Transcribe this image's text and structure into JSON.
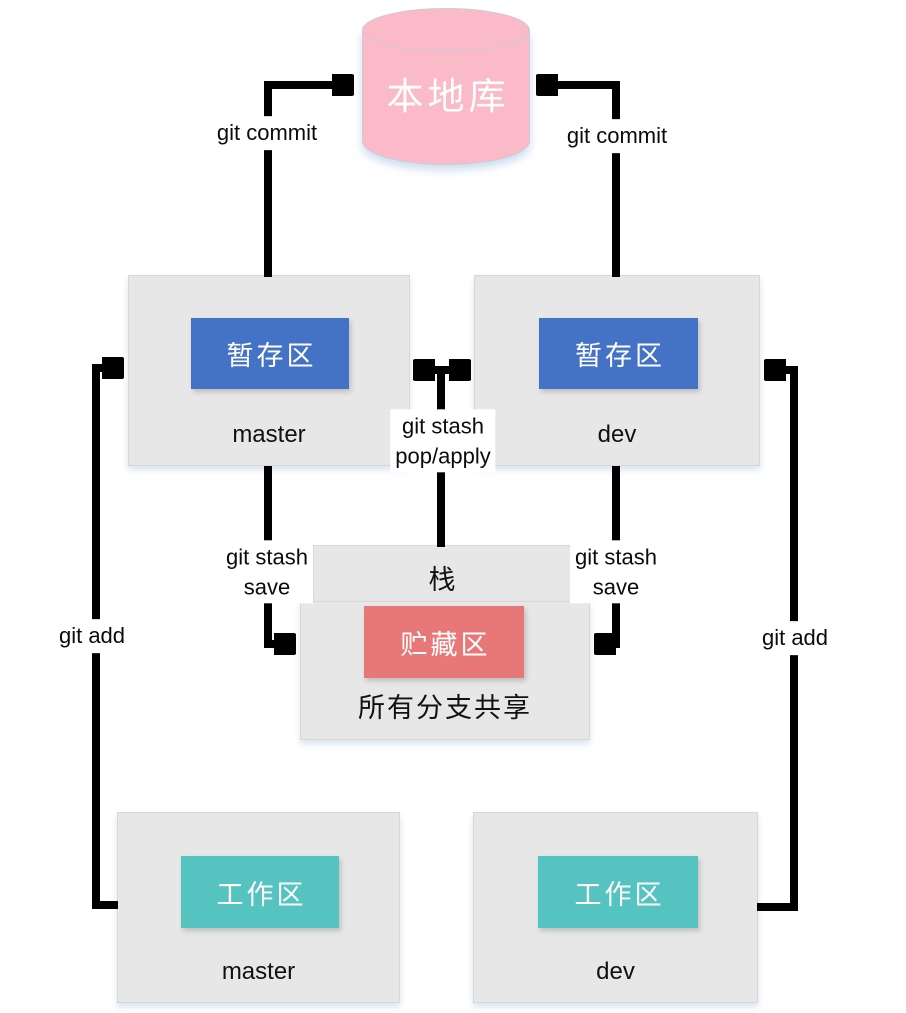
{
  "colors": {
    "pink": "#fbbac7",
    "blue": "#4472c4",
    "red": "#e87878",
    "teal": "#55c4c1",
    "gray": "#e8e7e7",
    "arrow": "#000000"
  },
  "local_repo": {
    "label": "本地库"
  },
  "staging_master": {
    "title": "暂存区",
    "branch": "master"
  },
  "staging_dev": {
    "title": "暂存区",
    "branch": "dev"
  },
  "stash": {
    "stack": "栈",
    "title": "贮藏区",
    "note": "所有分支共享"
  },
  "working_master": {
    "title": "工作区",
    "branch": "master"
  },
  "working_dev": {
    "title": "工作区",
    "branch": "dev"
  },
  "edge_labels": {
    "commit_left": "git commit",
    "commit_right": "git commit",
    "pop_line1": "git stash",
    "pop_line2": "pop/apply",
    "save_left_line1": "git stash",
    "save_left_line2": "save",
    "save_right_line1": "git stash",
    "save_right_line2": "save",
    "add_left": "git add",
    "add_right": "git add"
  }
}
